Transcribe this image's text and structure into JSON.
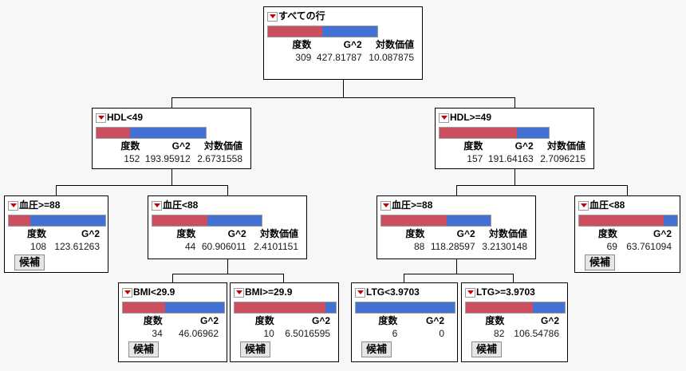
{
  "app": {
    "title": "Decision Tree Partition View",
    "icons": {
      "dropdown": "red-dropdown-triangle-icon",
      "disclosure": "disclosure-triangle-icon"
    },
    "colors": {
      "red": "#cc4f5f",
      "blue": "#4472d4",
      "bar_border": "#9d9d9d",
      "node_border": "#000000",
      "background": "#f7f7f7",
      "marker_red": "#cc0000"
    }
  },
  "labels": {
    "count": "度数",
    "g2": "G^2",
    "logworth": "対数価値",
    "candidate": "候補"
  },
  "nodes": {
    "root": {
      "id": "root",
      "title": "すべての行",
      "count": "309",
      "g2": "427.81787",
      "logworth": "10.087875",
      "red_pct": 49.5,
      "blue_pct": 50.5,
      "has_logworth": true,
      "has_candidate": false
    },
    "hdl_lt": {
      "id": "hdl-lt-49",
      "title": "HDL<49",
      "count": "152",
      "g2": "193.95912",
      "logworth": "2.6731558",
      "red_pct": 31.0,
      "blue_pct": 69.0,
      "has_logworth": true,
      "has_candidate": false
    },
    "hdl_ge": {
      "id": "hdl-ge-49",
      "title": "HDL>=49",
      "count": "157",
      "g2": "191.64163",
      "logworth": "2.7096215",
      "red_pct": 70.5,
      "blue_pct": 29.5,
      "has_logworth": true,
      "has_candidate": false
    },
    "bp_ge_88_left": {
      "id": "bp-ge-88-left",
      "title": "血圧>=88",
      "count": "108",
      "g2": "123.61263",
      "logworth": null,
      "red_pct": 22.0,
      "blue_pct": 78.0,
      "has_logworth": false,
      "has_candidate": true
    },
    "bp_lt_88_left": {
      "id": "bp-lt-88-left",
      "title": "血圧<88",
      "count": "44",
      "g2": "60.906011",
      "logworth": "2.4101151",
      "red_pct": 50.0,
      "blue_pct": 50.0,
      "has_logworth": true,
      "has_candidate": false
    },
    "bp_ge_88_right": {
      "id": "bp-ge-88-right",
      "title": "血圧>=88",
      "count": "88",
      "g2": "118.28597",
      "logworth": "3.2130148",
      "red_pct": 60.0,
      "blue_pct": 40.0,
      "has_logworth": true,
      "has_candidate": false
    },
    "bp_lt_88_right": {
      "id": "bp-lt-88-right",
      "title": "血圧<88",
      "count": "69",
      "g2": "63.761094",
      "logworth": null,
      "red_pct": 86.0,
      "blue_pct": 14.0,
      "has_logworth": false,
      "has_candidate": true
    },
    "bmi_lt": {
      "id": "bmi-lt-29-9",
      "title": "BMI<29.9",
      "count": "34",
      "g2": "46.06962",
      "logworth": null,
      "red_pct": 42.0,
      "blue_pct": 58.0,
      "has_logworth": false,
      "has_candidate": true
    },
    "bmi_ge": {
      "id": "bmi-ge-29-9",
      "title": "BMI>=29.9",
      "count": "10",
      "g2": "6.5016595",
      "logworth": null,
      "red_pct": 90.0,
      "blue_pct": 10.0,
      "has_logworth": false,
      "has_candidate": true
    },
    "ltg_lt": {
      "id": "ltg-lt-3-9703",
      "title": "LTG<3.9703",
      "count": "6",
      "g2": "0",
      "logworth": null,
      "red_pct": 0.0,
      "blue_pct": 100.0,
      "has_logworth": false,
      "has_candidate": true
    },
    "ltg_ge": {
      "id": "ltg-ge-3-9703",
      "title": "LTG>=3.9703",
      "count": "82",
      "g2": "106.54786",
      "logworth": null,
      "red_pct": 68.0,
      "blue_pct": 32.0,
      "has_logworth": false,
      "has_candidate": true
    }
  }
}
